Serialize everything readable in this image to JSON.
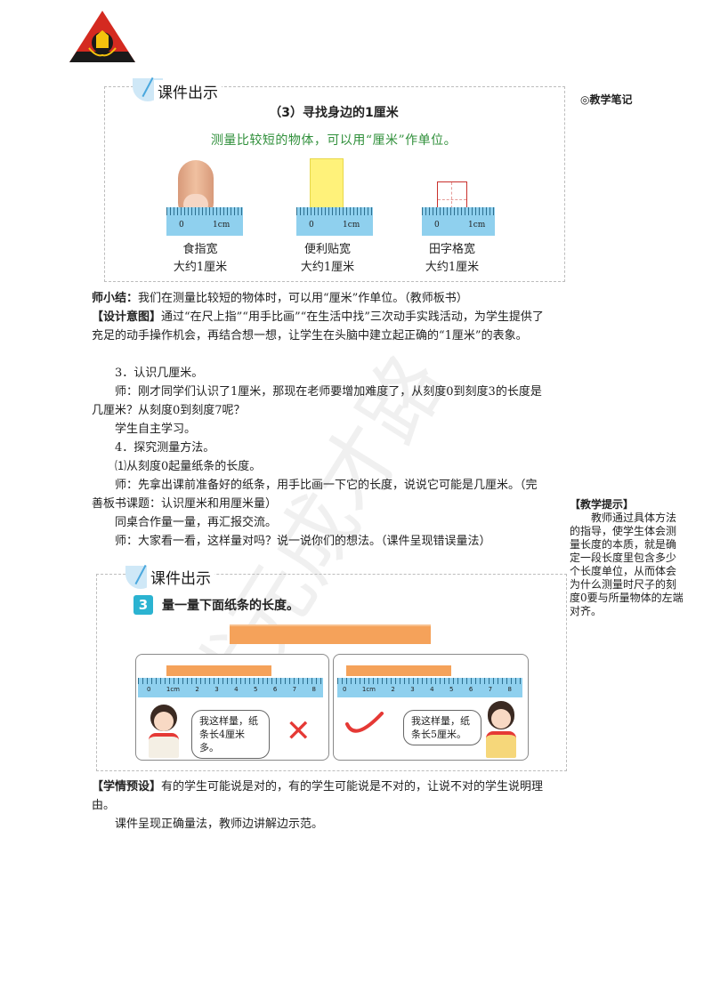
{
  "colors": {
    "accent_blue": "#4aa8de",
    "green_text": "#2f8f3a",
    "logo_red": "#d42a20",
    "logo_black": "#1a1a1a",
    "logo_yellow": "#f4c20d",
    "ruler_blue": "#8fd0ee",
    "strip_orange": "#f5a25a",
    "check_red": "#e53935"
  },
  "watermark": "状元成才路",
  "sidebar": {
    "note_label": "◎教学笔记"
  },
  "section1": {
    "header": "课件出示",
    "title": "（3）寻找身边的1厘米",
    "subtitle": "测量比较短的物体，可以用“厘米”作单位。",
    "ruler_zero": "0",
    "ruler_cm": "1cm",
    "items": [
      {
        "line1": "食指宽",
        "line2": "大约1厘米"
      },
      {
        "line1": "便利贴宽",
        "line2": "大约1厘米"
      },
      {
        "line1": "田字格宽",
        "line2": "大约1厘米"
      }
    ]
  },
  "body": {
    "p1_label": "师小结：",
    "p1_text": "我们在测量比较短的物体时，可以用“厘米”作单位。（教师板书）",
    "p2_label": "【设计意图】",
    "p2_text": "通过“在尺上指”“用手比画”“在生活中找”三次动手实践活动，为学生提供了充足的动手操作机会，再结合想一想，让学生在头脑中建立起正确的“1厘米”的表象。",
    "p3": "3．认识几厘米。",
    "p4": "师：刚才同学们认识了1厘米，那现在老师要增加难度了，从刻度0到刻度3的长度是几厘米？从刻度0到刻度7呢？",
    "p5": "学生自主学习。",
    "p6": "4．探究测量方法。",
    "p7": "⑴从刻度0起量纸条的长度。",
    "p8": "师：先拿出课前准备好的纸条，用手比画一下它的长度，说说它可能是几厘米。（完善板书课题：认识厘米和用厘米量）",
    "p9": "同桌合作量一量，再汇报交流。",
    "p10": "师：大家看一看，这样量对吗？说一说你们的想法。（课件呈现错误量法）"
  },
  "tip": {
    "title": "【教学提示】",
    "text": "教师通过具体方法的指导，使学生体会测量长度的本质，就是确定一段长度里包含多少个长度单位，从而体会为什么测量时尺子的刻度0要与所量物体的左端对齐。"
  },
  "section2": {
    "header": "课件出示",
    "q_number": "3",
    "q_text": "量一量下面纸条的长度。",
    "ruler_ticks": [
      "0",
      "1cm",
      "2",
      "3",
      "4",
      "5",
      "6",
      "7",
      "8"
    ],
    "left_bubble": "我这样量，纸条长4厘米多。",
    "right_bubble": "我这样量，纸条长5厘米。",
    "wrong_mark": "✕"
  },
  "footer": {
    "p11_label": "【学情预设】",
    "p11_text": "有的学生可能说是对的，有的学生可能说是不对的，让说不对的学生说明理由。",
    "p12": "课件呈现正确量法，教师边讲解边示范。"
  }
}
